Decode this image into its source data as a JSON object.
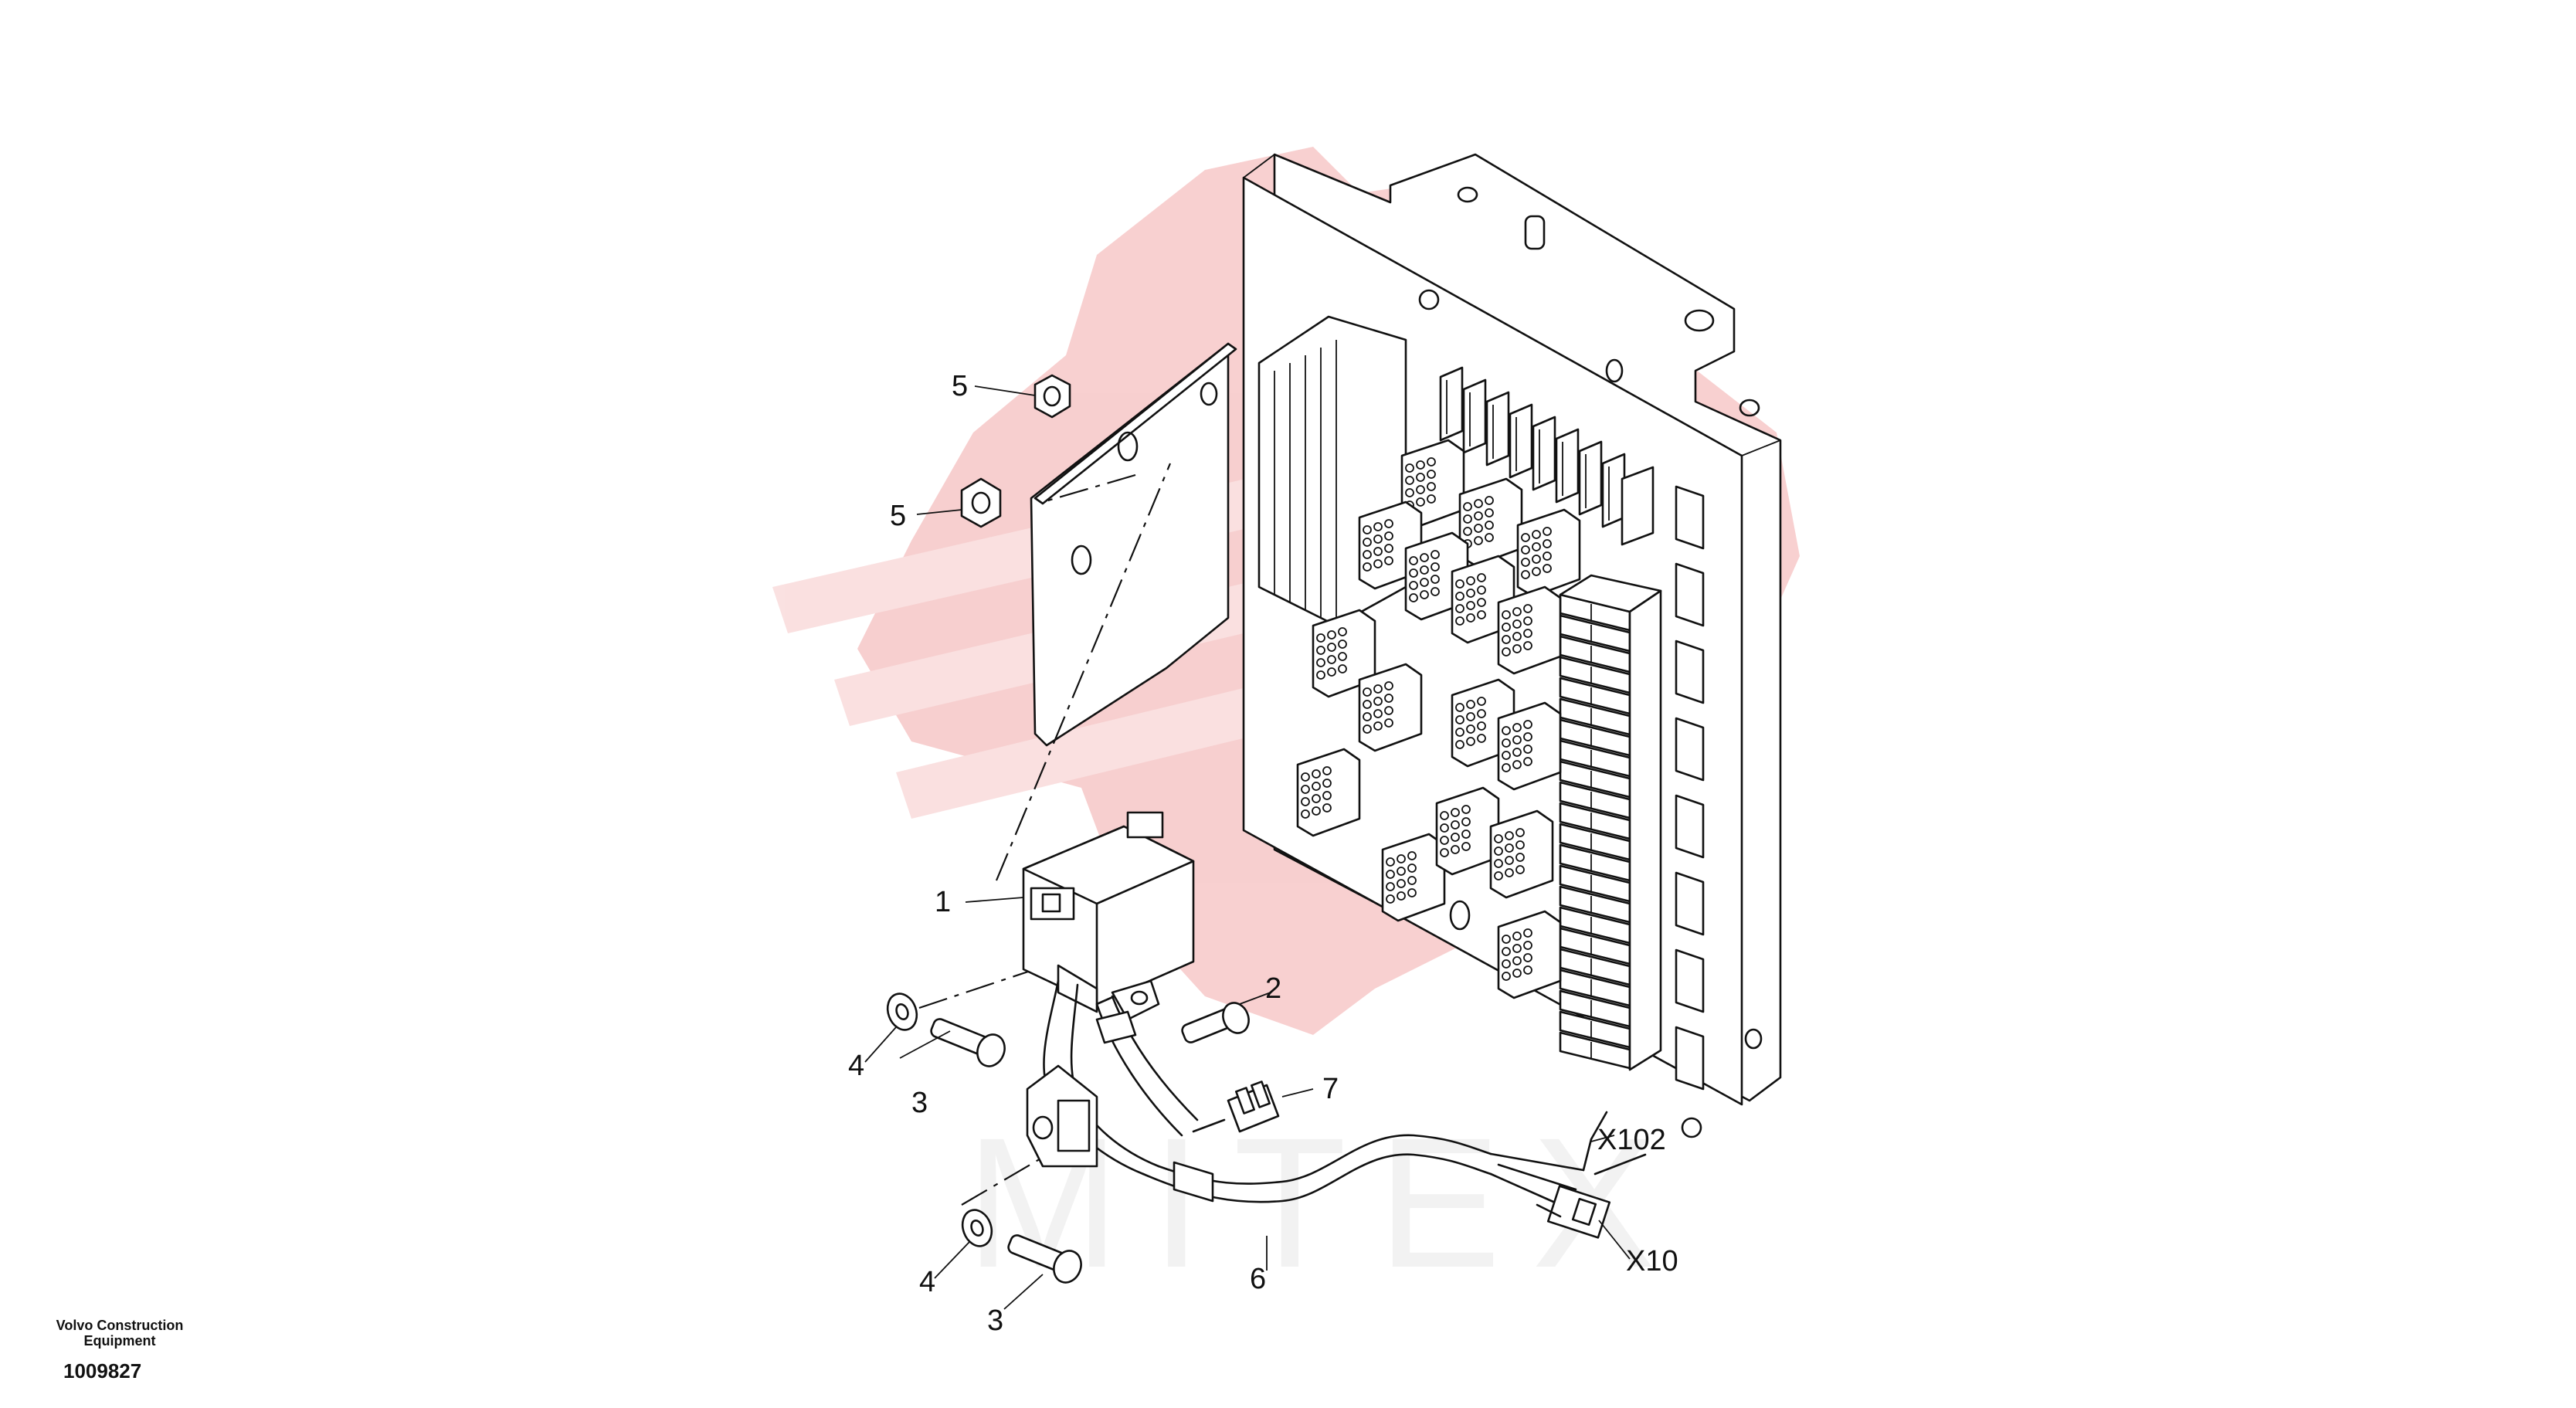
{
  "callouts": {
    "c1": "1",
    "c2": "2",
    "c3a": "3",
    "c3b": "3",
    "c4a": "4",
    "c4b": "4",
    "c5a": "5",
    "c5b": "5",
    "c6": "6",
    "c7": "7"
  },
  "connectors": {
    "x102": "X102",
    "x10": "X10"
  },
  "footer": {
    "brand": "Volvo Construction Equipment",
    "part_number": "1009827"
  },
  "watermark": {
    "text": "MITEX",
    "color": "#f0b8b8"
  }
}
